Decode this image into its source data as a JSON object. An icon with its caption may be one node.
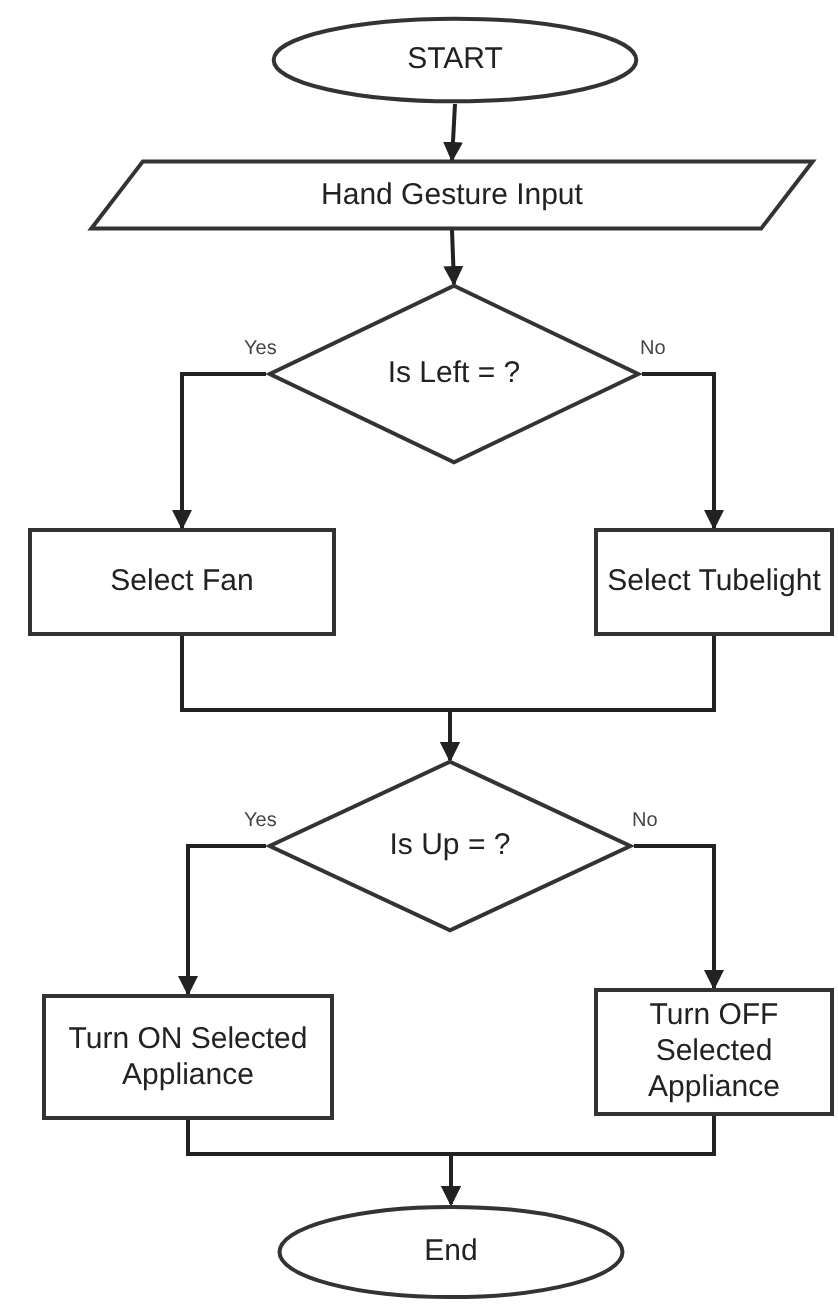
{
  "diagram": {
    "nodes": [
      {
        "text": [
          "START"
        ]
      },
      {
        "text": [
          "Hand Gesture Input"
        ]
      },
      {
        "text": [
          "Is Left = ?"
        ]
      },
      {
        "text": [
          "Select Fan"
        ]
      },
      {
        "text": [
          "Select Tubelight"
        ]
      },
      {
        "text": [
          "Is Up = ?"
        ]
      },
      {
        "text": [
          "Turn ON Selected Appliance"
        ]
      },
      {
        "text": [
          "Turn OFF Selected Appliance"
        ]
      },
      {
        "text": [
          "End"
        ]
      }
    ],
    "edges": [
      {
        "from": 0,
        "to": 1,
        "arrow": "to"
      },
      {
        "from": 1,
        "to": 2,
        "arrow": "to"
      },
      {
        "from": 2,
        "to": 3,
        "arrow": "to",
        "label": "Yes"
      },
      {
        "from": 2,
        "to": 4,
        "arrow": "to",
        "label": "No"
      },
      {
        "from": 3,
        "to": 5,
        "arrow": "to"
      },
      {
        "from": 4,
        "to": 5,
        "arrow": "to"
      },
      {
        "from": 5,
        "to": 6,
        "arrow": "to",
        "label": "Yes"
      },
      {
        "from": 5,
        "to": 7,
        "arrow": "to",
        "label": "No"
      },
      {
        "from": 6,
        "to": 8,
        "arrow": "to"
      },
      {
        "from": 7,
        "to": 8,
        "arrow": "to"
      }
    ]
  }
}
